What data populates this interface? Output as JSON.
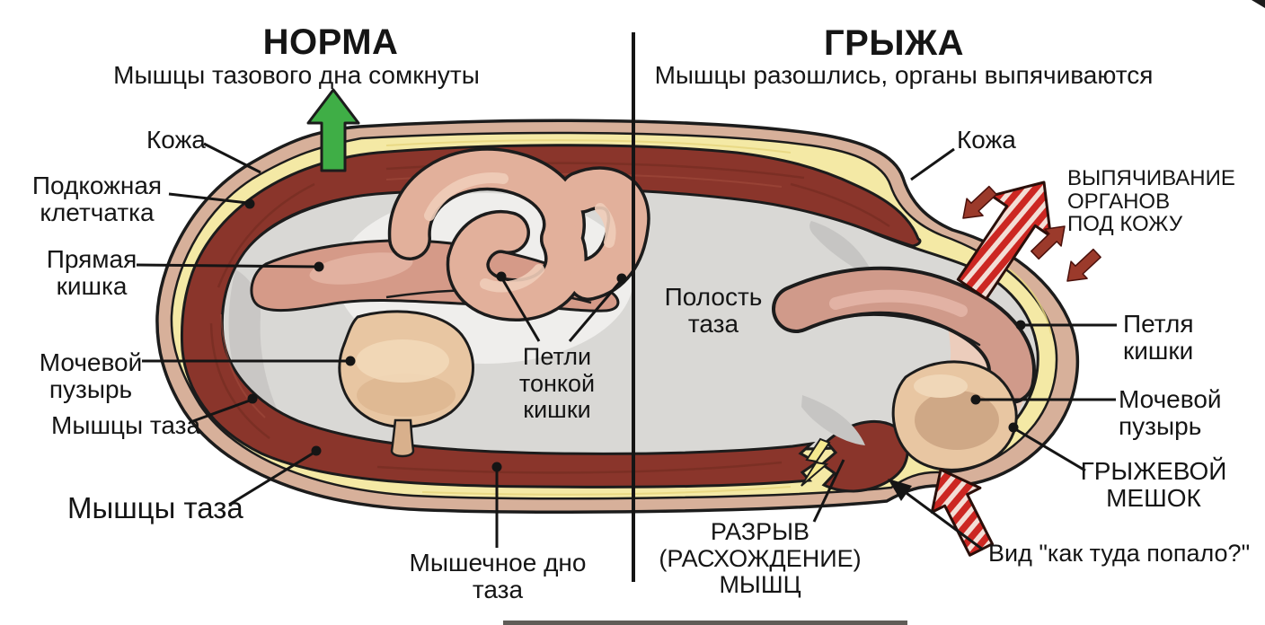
{
  "palette": {
    "background": "#ffffff",
    "outline": "#1c1c1c",
    "skin": "#d7b09a",
    "subcutaneous_fat": "#f4e9a5",
    "muscle": "#8a352b",
    "pelvic_cavity": "#d9d8d5",
    "rectum": "#d59a88",
    "intestine": "#e2b09b",
    "bladder": "#e8c6a2",
    "hernial_sac": "#eccdbc",
    "green_arrow": "#3fae46",
    "red_striped_arrow": "#cc2722",
    "dark_red_arrow": "#9b3a2b"
  },
  "left_panel": {
    "title": "НОРМА",
    "subtitle": "Мышцы тазового дна сомкнуты",
    "labels": {
      "skin": "Кожа",
      "subcutaneous_tissue": [
        "Подкожная",
        "клетчатка"
      ],
      "rectum": [
        "Прямая",
        "кишка"
      ],
      "bladder": [
        "Мочевой",
        "пузырь"
      ],
      "pelvic_muscles_upper": "Мышцы таза",
      "pelvic_muscles_lower": "Мышцы таза",
      "small_intestine_loops": [
        "Петли",
        "тонкой",
        "кишки"
      ],
      "muscular_pelvic_floor": [
        "Мышечное дно",
        "таза"
      ]
    }
  },
  "right_panel": {
    "title": "ГРЫЖА",
    "subtitle": "Мышцы разошлись, органы выпячиваются",
    "labels": {
      "skin": "Кожа",
      "organ_protrusion": [
        "ВЫПЯЧИВАНИЕ",
        "ОРГАНОВ",
        "ПОД КОЖУ"
      ],
      "pelvic_cavity": [
        "Полость",
        "таза"
      ],
      "bowel_loop": [
        "Петля",
        "кишки"
      ],
      "bladder": [
        "Мочевой",
        "пузырь"
      ],
      "hernial_sac": [
        "ГРЫЖЕВОЙ",
        "МЕШОК"
      ],
      "muscle_rupture": [
        "РАЗРЫВ",
        "(РАСХОЖДЕНИЕ)",
        "МЫШЦ"
      ],
      "view_caption": "Вид \"как туда попало?\""
    }
  }
}
